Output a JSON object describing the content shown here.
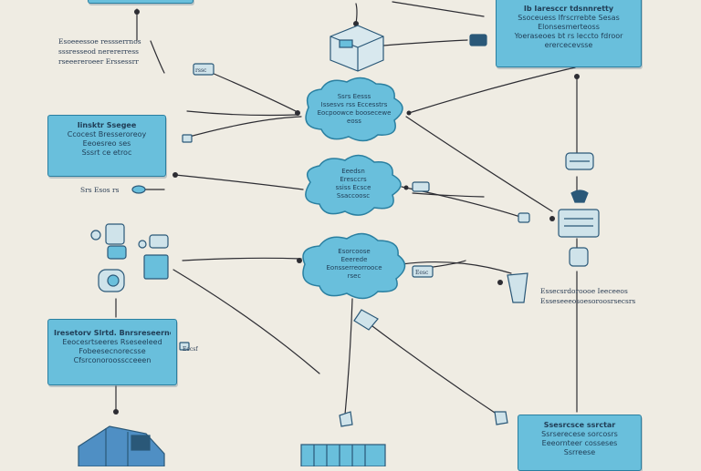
{
  "colors": {
    "background": "#efece3",
    "box_fill": "#69bfdc",
    "box_border": "#2a7fa0",
    "line": "#2d2d33",
    "text": "#1f3c55"
  },
  "boxes": {
    "top_right": {
      "title": "Ib Iaresccr tdsnnretty",
      "lines": [
        "Ssoceuess Ifrscrrebte Sesas",
        "Elonsesmerteoss",
        "Yoeraseoes bt rs leccto fdroor",
        "erercecevsse"
      ]
    },
    "left_upper": {
      "title": "Iinsktr Ssegee",
      "lines": [
        "Ccocest Bresseroreoy",
        "Eeoesreo ses",
        "Sssrt ce etroc"
      ]
    },
    "left_lower": {
      "title": "Iresetorv Slrtd. Bnrsreseernors",
      "lines": [
        "Eeocesrtseeres Rseseeleed",
        "Fobeesecnorecsse",
        "Cfsrconoroosscceeen"
      ]
    },
    "bottom_right": {
      "title": "Ssesrcsce ssrctar",
      "lines": [
        "Ssrserecese sorcosrs",
        "Eeeornteer cosseses",
        "Ssrreese"
      ]
    }
  },
  "clouds": {
    "top": {
      "lines": [
        "Ssrs Eesss",
        "Issesvs rss Eccesstrs",
        "Eocpoowce boosecewe",
        "eoss"
      ]
    },
    "middle": {
      "lines": [
        "Eeedsn",
        "Eresccrs",
        "ssiss Ecsce",
        "Ssaccoosc"
      ]
    },
    "bottom": {
      "lines": [
        "Esorcoose",
        "Eeerede",
        "Eonsserreorrooce",
        "rsec"
      ]
    }
  },
  "notes": {
    "top_left": [
      "Esoeeessoe ressserrnos",
      "sssresseod nerererress",
      "rseeereroeer Erssessrr"
    ],
    "left_mid": [
      "Srs Esos rs"
    ],
    "right_mid": [
      "Essecsrdoroooe Ieeceeos",
      "Esseseeeosoesoroosrsecsrs"
    ],
    "small_a": [
      "rssc"
    ],
    "small_b": [
      "Eesc"
    ],
    "small_c": [
      "Eecsf"
    ]
  }
}
